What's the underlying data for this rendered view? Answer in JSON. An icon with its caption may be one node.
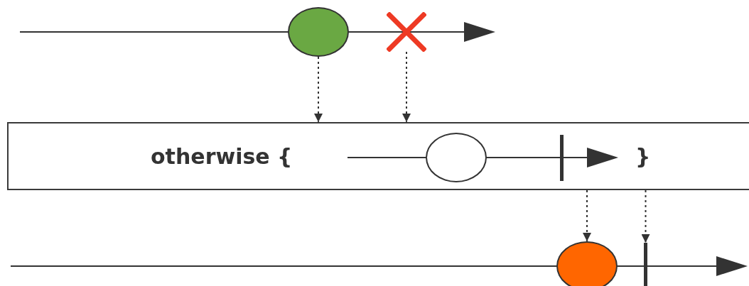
{
  "diagram": {
    "nodes": [
      {
        "text": [
          "otherwise {",
          "}"
        ]
      },
      {
        "text": [],
        "shape": "circle"
      },
      {
        "text": [],
        "shape": "cross"
      },
      {
        "text": [],
        "shape": "circle",
        "in": 0
      },
      {
        "text": [],
        "shape": "bar",
        "in": 0
      },
      {
        "text": [],
        "shape": "circle"
      },
      {
        "text": [],
        "shape": "bar"
      }
    ],
    "edges": [
      {
        "from": 1,
        "to": 0,
        "arrow": "to",
        "style": "dashed"
      },
      {
        "from": 2,
        "to": 0,
        "arrow": "to",
        "style": "dashed"
      },
      {
        "from": 0,
        "to": 5,
        "arrow": "to",
        "style": "dashed"
      },
      {
        "from": 0,
        "to": 6,
        "arrow": "to",
        "style": "dashed"
      }
    ]
  }
}
